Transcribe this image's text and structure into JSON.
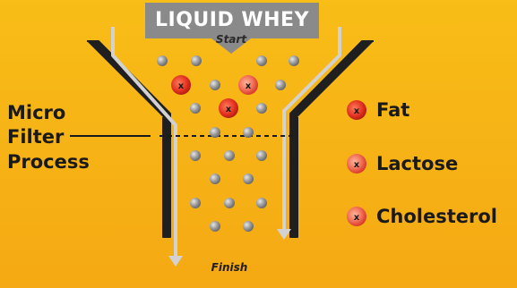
{
  "header": {
    "title": "LIQUID WHEY",
    "subtitle": "Start"
  },
  "footer": {
    "label": "Finish"
  },
  "process": {
    "lines": [
      "Micro",
      "Filter",
      "Process"
    ]
  },
  "legend": {
    "marker_symbol": "x",
    "items": [
      {
        "label": "Fat"
      },
      {
        "label": "Lactose"
      },
      {
        "label": "Cholesterol"
      }
    ]
  },
  "colors": {
    "background": "#f7b516",
    "banner": "#8a8a8a",
    "funnel": "#1f1f1f",
    "arrow": "#cfcfcf",
    "particle": "#9a9a9a",
    "impurity_outer": "#f4846a",
    "impurity_inner": "#e7332a",
    "text_dark": "#1a1a1a"
  }
}
